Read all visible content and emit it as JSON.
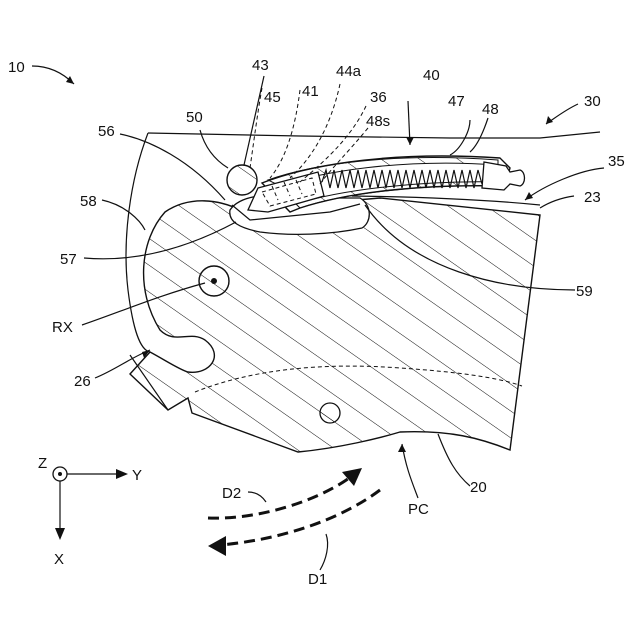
{
  "figure": {
    "labels": {
      "l10": "10",
      "l43": "43",
      "l44a": "44a",
      "l40": "40",
      "l45": "45",
      "l41": "41",
      "l36": "36",
      "l47": "47",
      "l48": "48",
      "l30": "30",
      "l50": "50",
      "l48s": "48s",
      "l56": "56",
      "l35": "35",
      "l23": "23",
      "l58": "58",
      "l57": "57",
      "l59": "59",
      "lRX": "RX",
      "l26": "26",
      "l20": "20",
      "lPC": "PC",
      "lD2": "D2",
      "lD1": "D1"
    },
    "axes": {
      "z": "Z",
      "y": "Y",
      "x": "X"
    }
  }
}
